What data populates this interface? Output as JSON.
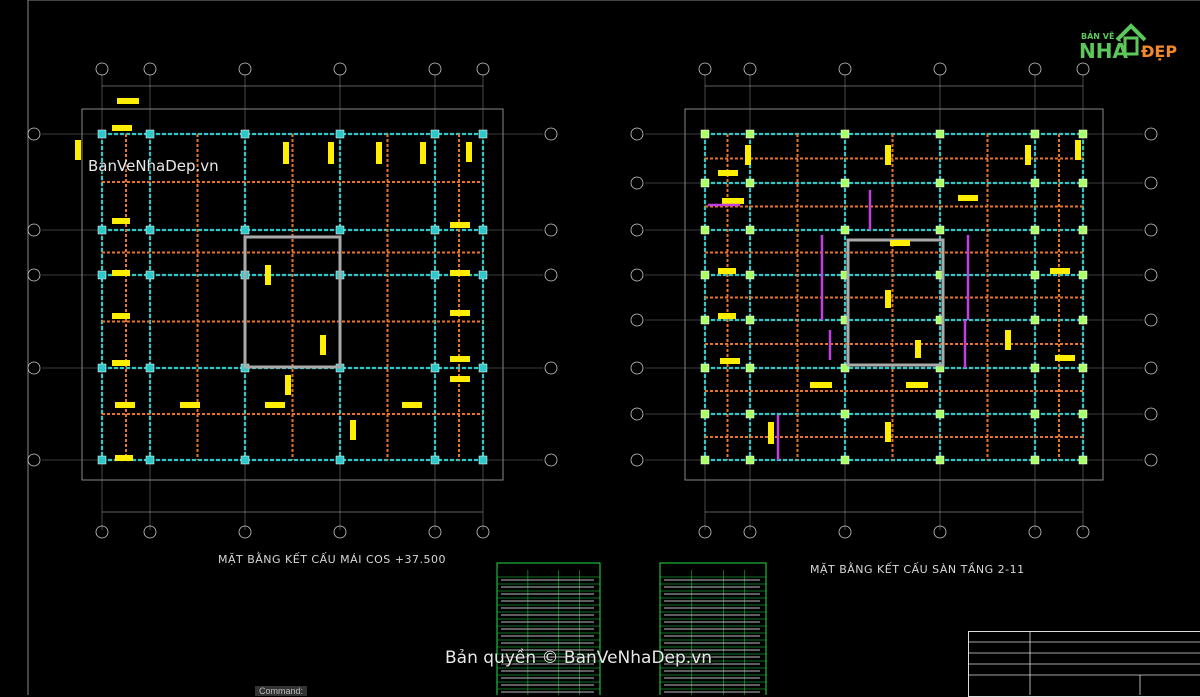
{
  "watermark": {
    "text1": "BanVeNhaDep.vn",
    "text2": "Bản quyền © BanVeNhaDep.vn"
  },
  "logo": {
    "top": "BẢN VẼ",
    "nha": "NHÀ",
    "dep": "ĐẸP"
  },
  "drawings": {
    "left_title": "MẶT BẰNG KẾT CẤU MÁI COS +37.500",
    "right_title": "MẶT BẰNG KẾT CẤU SÀN TẦNG 2-11"
  },
  "command_bar": {
    "label": "Command:"
  },
  "colors": {
    "grid": "#2fc8c8",
    "beam": "#e8742a",
    "label_yellow": "#ffee00",
    "wall_purple": "#c040e0",
    "table_green": "#22dd44"
  }
}
